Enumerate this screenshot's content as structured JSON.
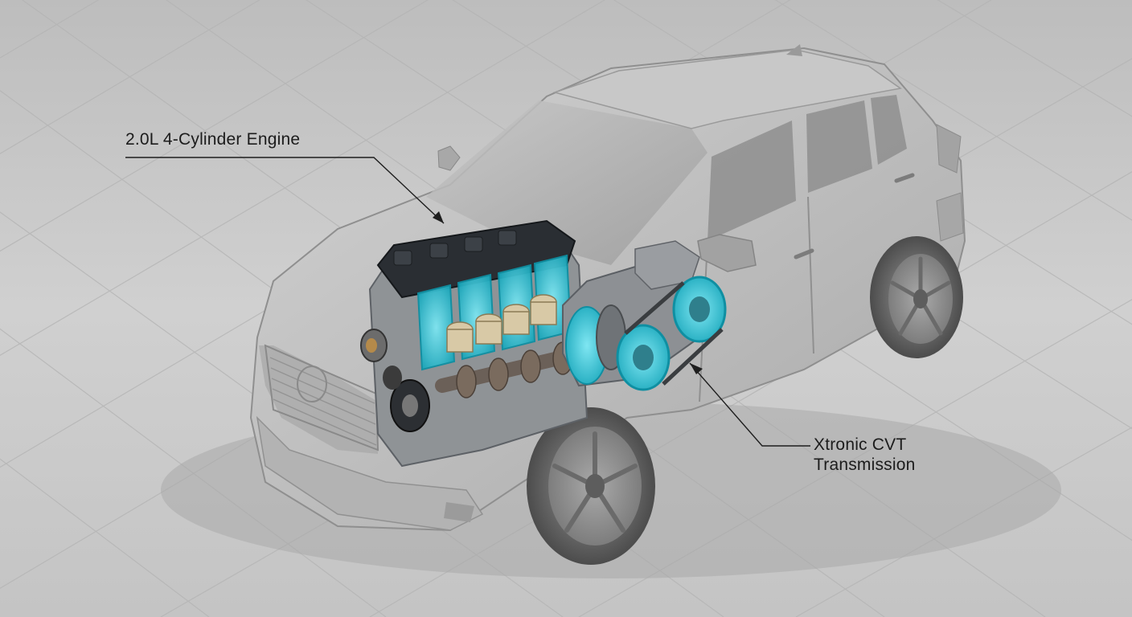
{
  "callouts": {
    "engine": {
      "text": "2.0L 4-Cylinder Engine"
    },
    "transmission": {
      "line1": "Xtronic CVT",
      "line2": "Transmission"
    }
  },
  "colors": {
    "background": "#c9c9c9",
    "grid": "#b9b9b9",
    "body": "#bcbcbc",
    "highlight": "#2fc4d6",
    "engine_dark": "#2a2e33",
    "metal": "#9a9a9a",
    "text": "#1c1c1c"
  },
  "icons": [
    "engine-cutaway",
    "transmission-cutaway",
    "wheel"
  ]
}
